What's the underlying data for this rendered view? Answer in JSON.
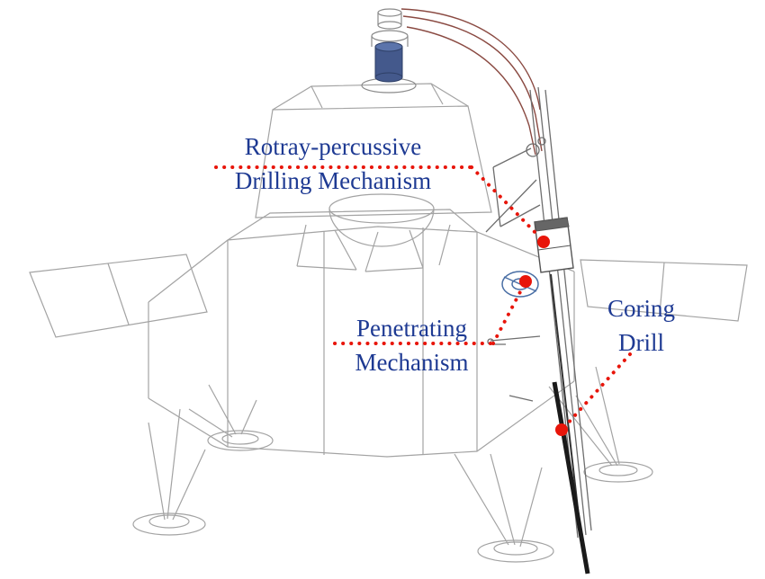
{
  "figure": {
    "labels": {
      "drilling": {
        "line1": "Rotray-percussive",
        "line2": "Drilling Mechanism"
      },
      "penetrating": {
        "line1": "Penetrating",
        "line2": "Mechanism"
      },
      "coring": {
        "line1": "Coring",
        "line2": "Drill"
      }
    },
    "colors": {
      "background": "#ffffff",
      "label_text": "#1e3a93",
      "leader_red": "#e8150a",
      "line_art_gray": "#a3a3a3",
      "drill_dark": "#2a2a2a",
      "cylinder_blue": "#44598c",
      "tube_maroon": "#8a4a42"
    }
  }
}
